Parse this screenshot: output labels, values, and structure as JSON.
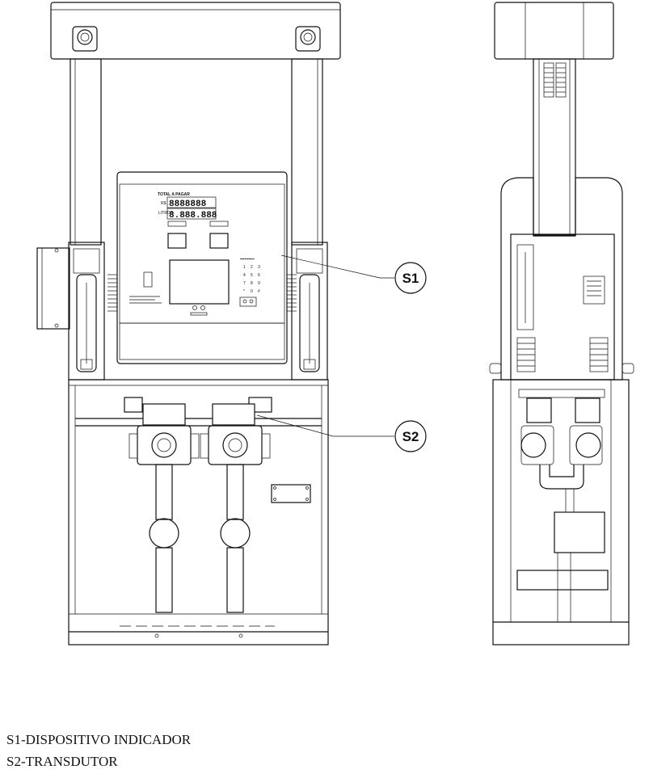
{
  "callouts": [
    {
      "id": "S1",
      "label": "S1"
    },
    {
      "id": "S2",
      "label": "S2"
    }
  ],
  "display_panel": {
    "title": "TOTAL A PAGAR",
    "currency_label": "R$",
    "amount_digits": "8888888",
    "liters_label": "LITROS",
    "liters_digits": "8.888.888"
  },
  "keypad": [
    "1",
    "2",
    "3",
    "4",
    "5",
    "6",
    "7",
    "8",
    "9",
    "*",
    "0",
    "#"
  ],
  "legend": [
    {
      "text": "S1-DISPOSITIVO INDICADOR"
    },
    {
      "text": "S2-TRANSDUTOR"
    }
  ]
}
